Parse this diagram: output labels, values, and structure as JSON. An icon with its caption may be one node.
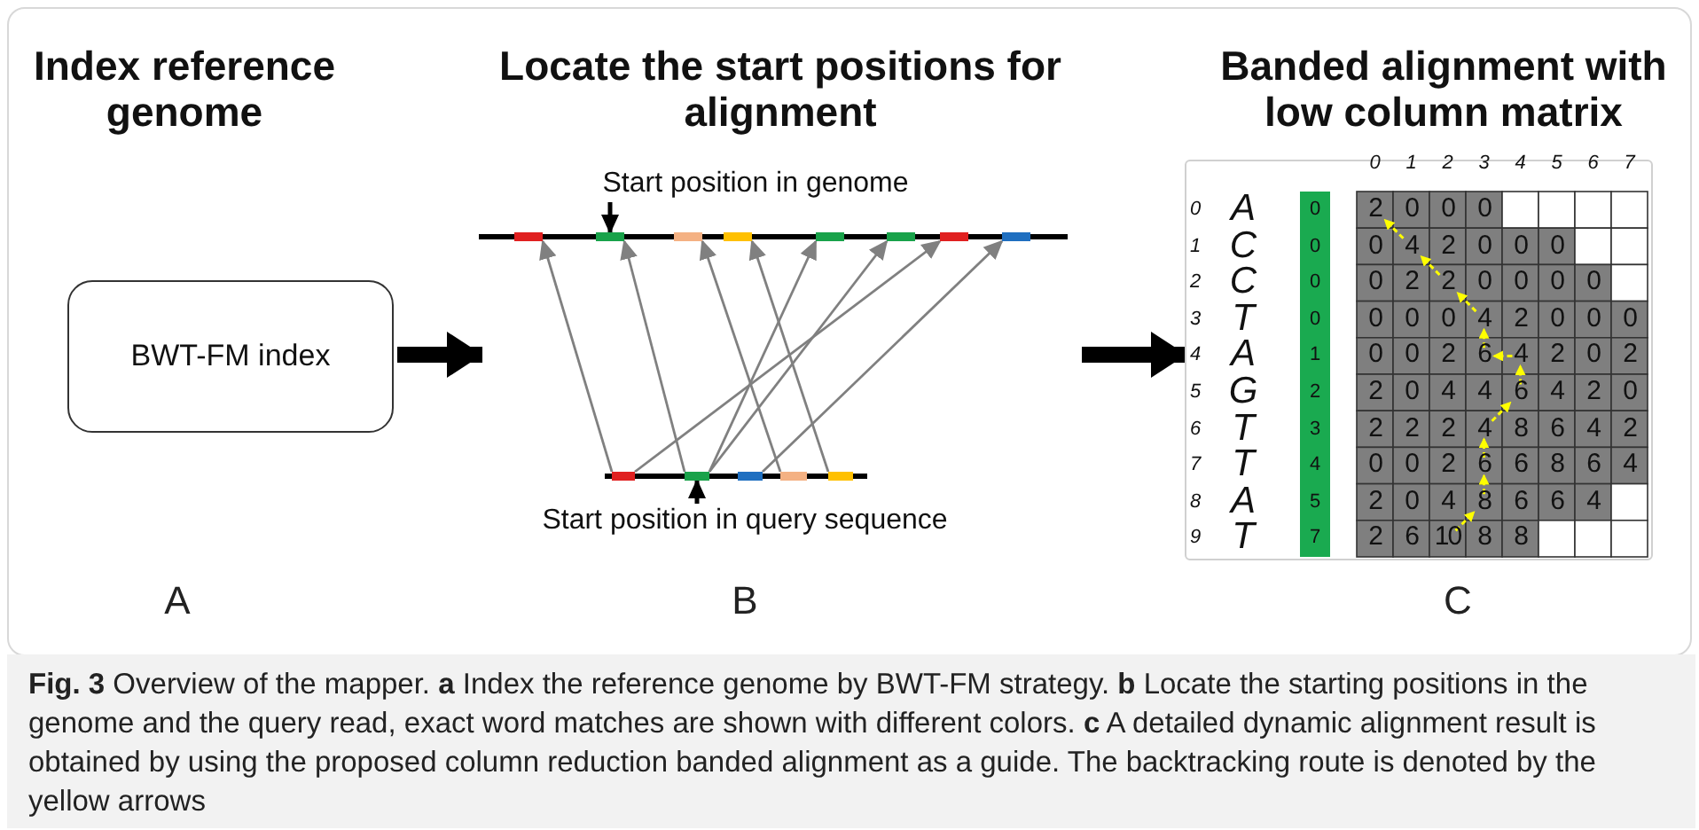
{
  "diagram": {
    "caption": "**Fig. 3** Overview of the mapper. **a** Index the reference genome by BWT-FM strategy. **b** Locate the starting positions in the genome and the query read, exact word matches are shown with different colors. **c** A detailed dynamic alignment result is obtained by using the proposed column reduction banded alignment as a guide. The backtracking route is denoted by the yellow arrows",
    "nodes": [
      {
        "text": [
          "BWT-FM index"
        ]
      },
      {
        "text": [
          "Start position in genome"
        ]
      },
      {
        "text": [],
        "shape": "bar"
      },
      {
        "text": [],
        "shape": "bar",
        "in": 2
      },
      {
        "text": [],
        "shape": "bar",
        "in": 2
      },
      {
        "text": [],
        "shape": "bar",
        "in": 2
      },
      {
        "text": [],
        "shape": "bar",
        "in": 2
      },
      {
        "text": [],
        "shape": "bar",
        "in": 2
      },
      {
        "text": [],
        "shape": "bar",
        "in": 2
      },
      {
        "text": [],
        "shape": "bar",
        "in": 2
      },
      {
        "text": [],
        "shape": "bar",
        "in": 2
      },
      {
        "text": [],
        "shape": "bar"
      },
      {
        "text": [],
        "shape": "bar",
        "in": 11
      },
      {
        "text": [],
        "shape": "bar",
        "in": 11
      },
      {
        "text": [],
        "shape": "bar",
        "in": 11
      },
      {
        "text": [],
        "shape": "bar",
        "in": 11
      },
      {
        "text": [],
        "shape": "bar",
        "in": 11
      },
      {
        "text": [
          "Start position in query sequence"
        ]
      },
      {
        "text": [],
        "shape": "box"
      }
    ],
    "edges": [
      {
        "from": 0,
        "to": null,
        "arrow": "to",
        "style": "thick",
        "color": "#000000"
      },
      {
        "from": 1,
        "to": 4,
        "arrow": "to",
        "color": "#000000"
      },
      {
        "from": 12,
        "to": 3,
        "arrow": "to"
      },
      {
        "from": 12,
        "to": 9,
        "arrow": "to"
      },
      {
        "from": 13,
        "to": 4,
        "arrow": "to"
      },
      {
        "from": 13,
        "to": 7,
        "arrow": "to"
      },
      {
        "from": 13,
        "to": 8,
        "arrow": "to"
      },
      {
        "from": 14,
        "to": 10,
        "arrow": "to"
      },
      {
        "from": 15,
        "to": 5,
        "arrow": "to"
      },
      {
        "from": 16,
        "to": 6,
        "arrow": "to"
      },
      {
        "from": 17,
        "to": 13,
        "arrow": "to",
        "color": "#000000"
      },
      {
        "from": null,
        "to": 18,
        "arrow": "to",
        "style": "thick",
        "color": "#000000"
      }
    ],
    "labels": [
      "Index reference genome",
      "Locate the start positions for alignment",
      "Banded alignment with low column matrix",
      "0",
      "1",
      "2",
      "3",
      "4",
      "5",
      "6",
      "7",
      "0",
      "A",
      "0",
      "2",
      "0",
      "0",
      "0",
      "1",
      "C",
      "0",
      "0",
      "4",
      "2",
      "0",
      "0",
      "0",
      "2",
      "C",
      "0",
      "0",
      "2",
      "2",
      "0",
      "0",
      "0",
      "0",
      "3",
      "T",
      "0",
      "0",
      "0",
      "0",
      "4",
      "2",
      "0",
      "0",
      "0",
      "4",
      "A",
      "1",
      "0",
      "0",
      "2",
      "6",
      "4",
      "2",
      "0",
      "2",
      "5",
      "G",
      "2",
      "2",
      "0",
      "4",
      "4",
      "6",
      "4",
      "2",
      "0",
      "6",
      "T",
      "3",
      "2",
      "2",
      "2",
      "4",
      "8",
      "6",
      "4",
      "2",
      "7",
      "T",
      "4",
      "0",
      "0",
      "2",
      "6",
      "6",
      "8",
      "6",
      "4",
      "8",
      "A",
      "5",
      "2",
      "0",
      "4",
      "8",
      "6",
      "6",
      "4",
      "9",
      "T",
      "7",
      "2",
      "6",
      "10",
      "8",
      "8",
      "A",
      "B",
      "C"
    ]
  }
}
